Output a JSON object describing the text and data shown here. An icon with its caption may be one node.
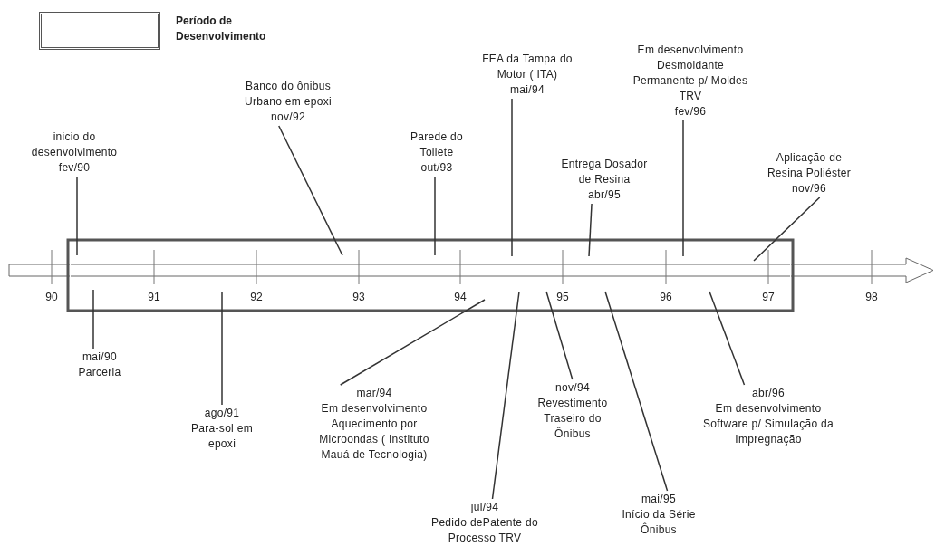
{
  "diagram": {
    "nodes": [
      {
        "text": [
          "inicio do desenvolvimento",
          "fev/90"
        ]
      },
      {
        "text": [
          "Banco do ônibus Urbano em epoxi",
          "nov/92"
        ]
      },
      {
        "text": [
          "Parede do Toilete",
          "out/93"
        ]
      },
      {
        "text": [
          "FEA da Tampa do Motor ( ITA)",
          "mai/94"
        ]
      },
      {
        "text": [
          "Entrega Dosador de Resina",
          "abr/95"
        ]
      },
      {
        "text": [
          "Em desenvolvimento Desmoldante Permanente p/ Moldes TRV",
          "fev/96"
        ]
      },
      {
        "text": [
          "Aplicação de Resina Poliéster",
          "nov/96"
        ]
      },
      {
        "text": [
          "mai/90",
          "Parceria"
        ]
      },
      {
        "text": [
          "ago/91",
          "Para-sol em epoxi"
        ]
      },
      {
        "text": [
          "mar/94",
          "Em desenvolvimento Aquecimento por Microondas ( Instituto Mauá de Tecnologia)"
        ]
      },
      {
        "text": [
          "jul/94",
          "Pedido dePatente do Processo TRV"
        ]
      },
      {
        "text": [
          "nov/94",
          "Revestimento Traseiro do Ônibus"
        ]
      },
      {
        "text": [
          "mai/95",
          "Início da Série Ônibus"
        ]
      },
      {
        "text": [
          "abr/96",
          "Em desenvolvimento Software p/ Simulação da Impregnação"
        ]
      }
    ],
    "edges": [
      {
        "from": 0,
        "to": null,
        "arrow": "none"
      },
      {
        "from": 1,
        "to": null,
        "arrow": "none"
      },
      {
        "from": 2,
        "to": null,
        "arrow": "none"
      },
      {
        "from": 3,
        "to": null,
        "arrow": "none"
      },
      {
        "from": 4,
        "to": null,
        "arrow": "none"
      },
      {
        "from": 5,
        "to": null,
        "arrow": "none"
      },
      {
        "from": 6,
        "to": null,
        "arrow": "none"
      },
      {
        "from": 7,
        "to": null,
        "arrow": "none"
      },
      {
        "from": 8,
        "to": null,
        "arrow": "none"
      },
      {
        "from": 9,
        "to": null,
        "arrow": "none"
      },
      {
        "from": 10,
        "to": null,
        "arrow": "none"
      },
      {
        "from": 11,
        "to": null,
        "arrow": "none"
      },
      {
        "from": 12,
        "to": null,
        "arrow": "none"
      },
      {
        "from": 13,
        "to": null,
        "arrow": "none"
      }
    ],
    "labels": [
      "90",
      "91",
      "92",
      "93",
      "94",
      "95",
      "96",
      "97",
      "98"
    ],
    "legend": [
      {
        "text": "Período de Desenvolvimento"
      }
    ]
  }
}
